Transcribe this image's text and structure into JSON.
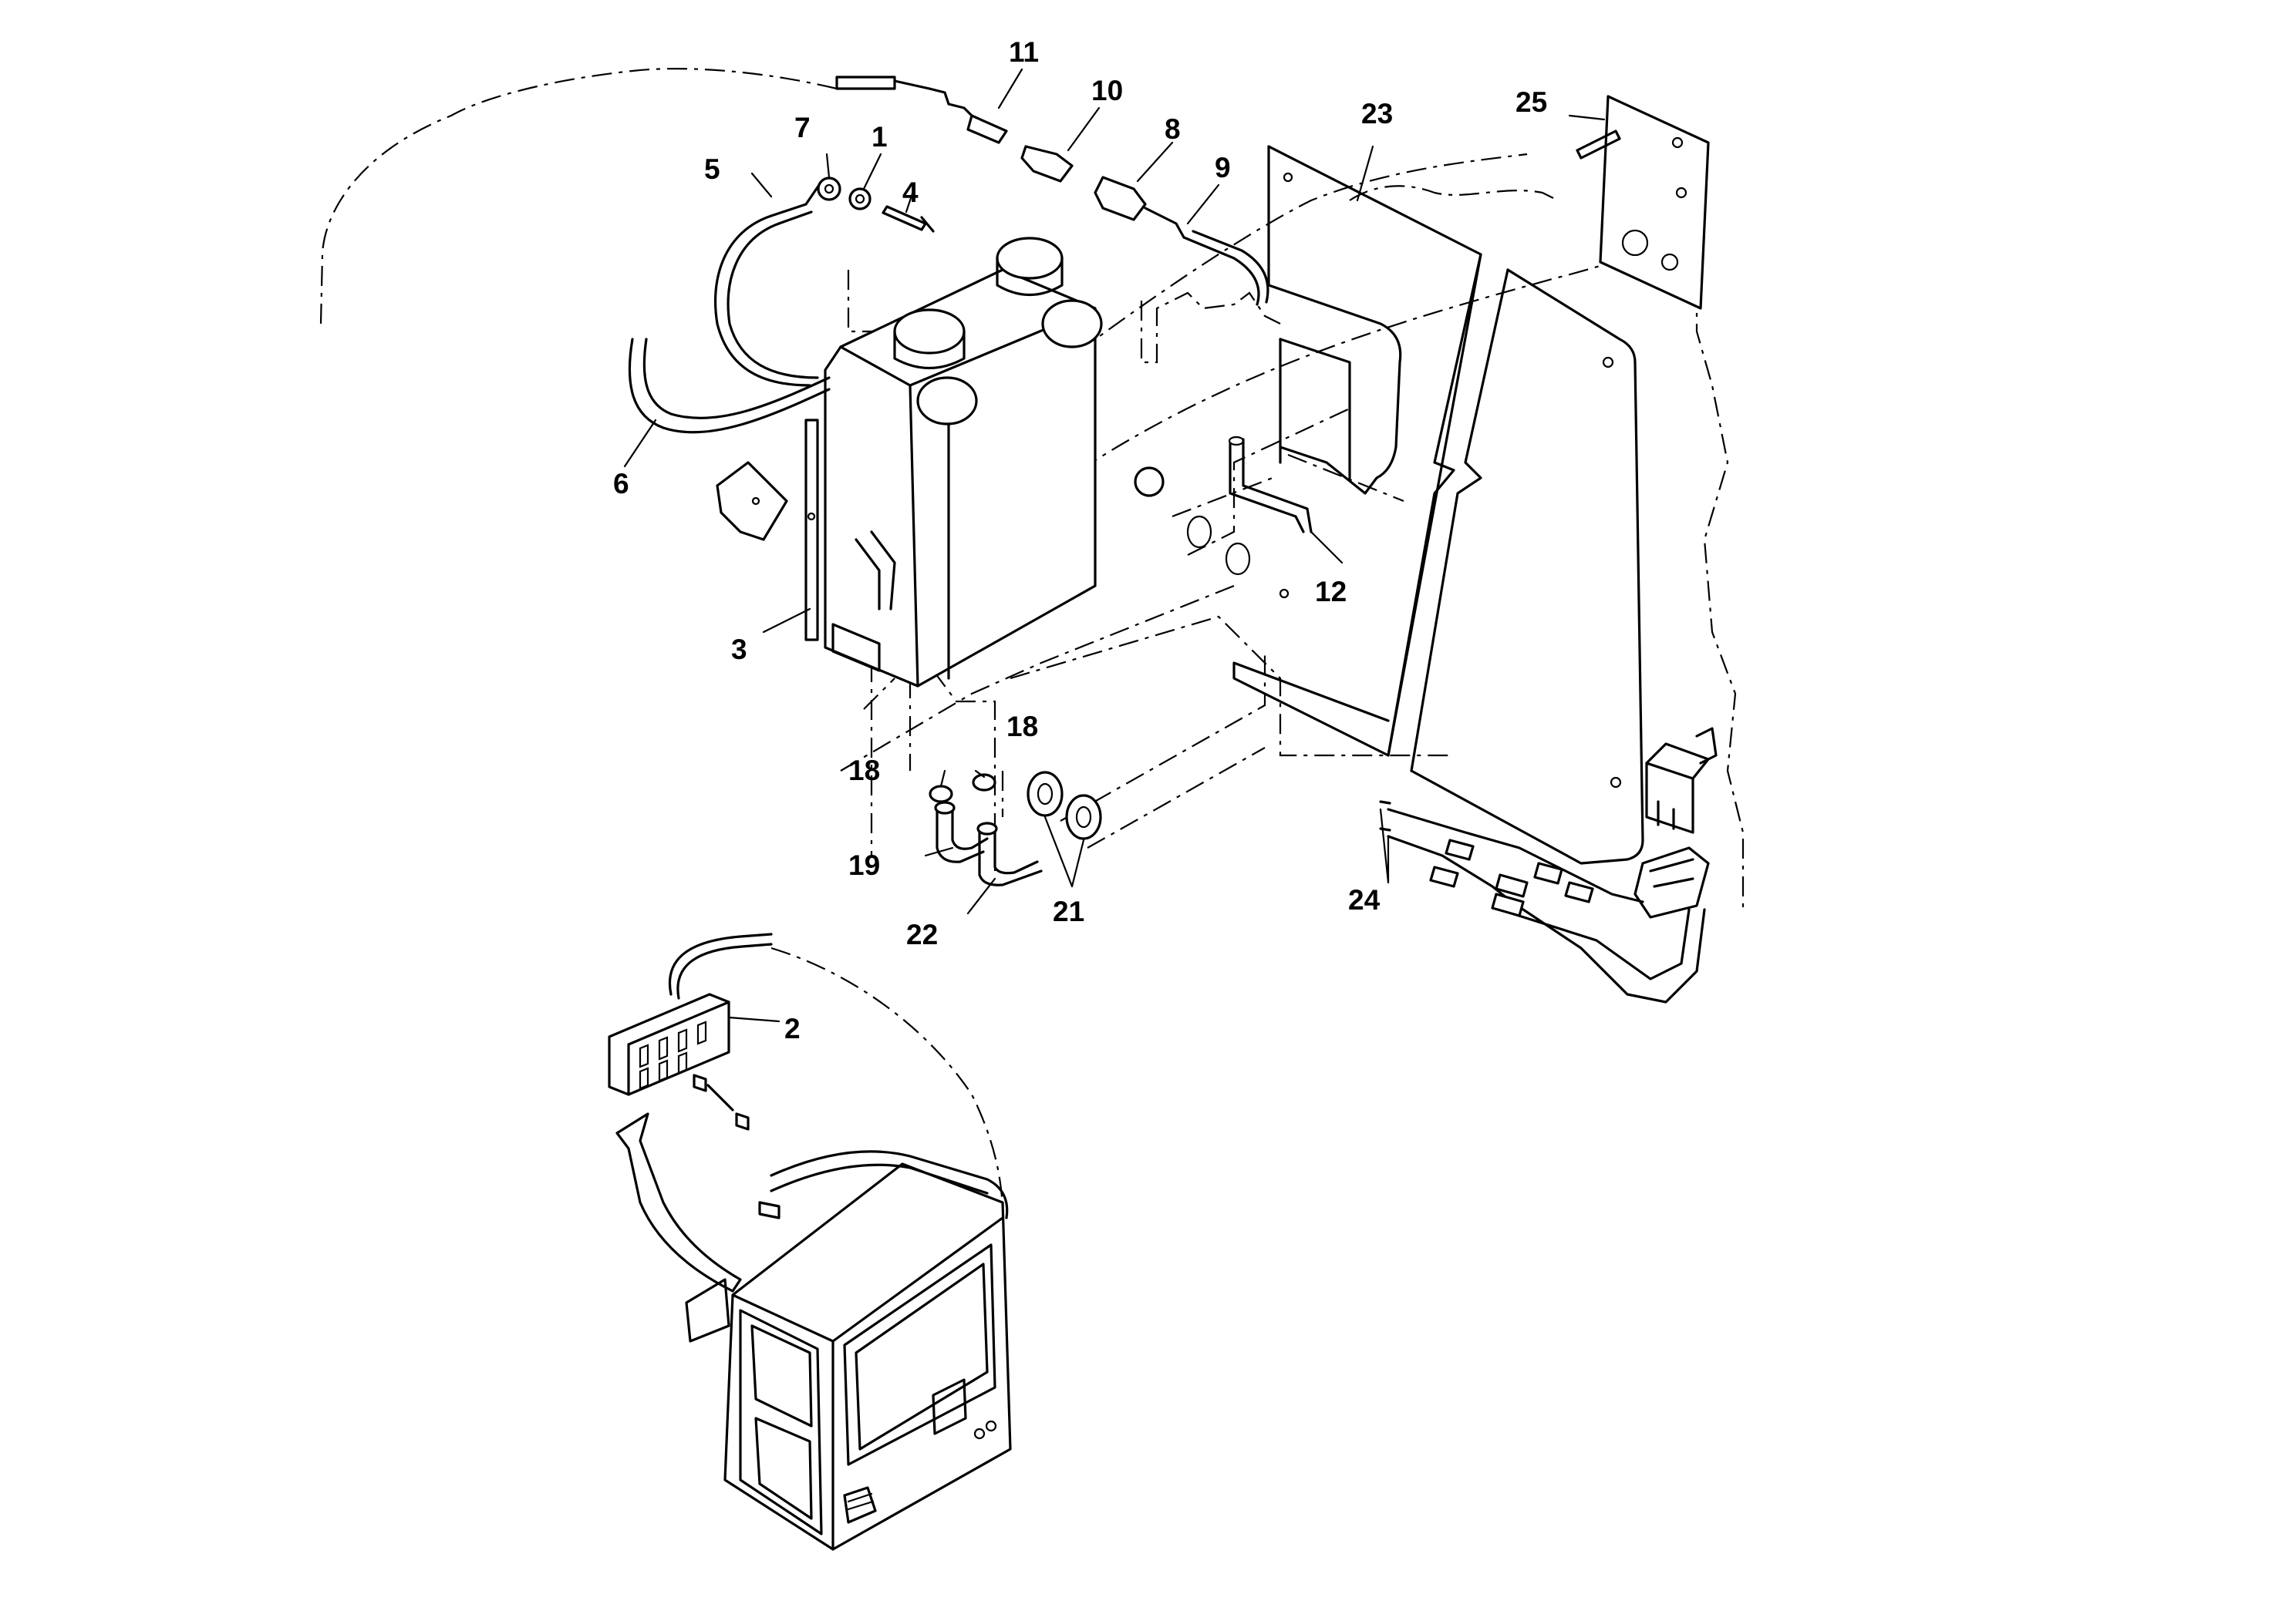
{
  "labels": {
    "l1": "1",
    "l2": "2",
    "l3": "3",
    "l4": "4",
    "l5": "5",
    "l6": "6",
    "l7": "7",
    "l8": "8",
    "l9": "9",
    "l10": "10",
    "l11": "11",
    "l12": "12",
    "l18a": "18",
    "l18b": "18",
    "l19": "19",
    "l21": "21",
    "l22": "22",
    "l23": "23",
    "l24": "24",
    "l25": "25"
  }
}
